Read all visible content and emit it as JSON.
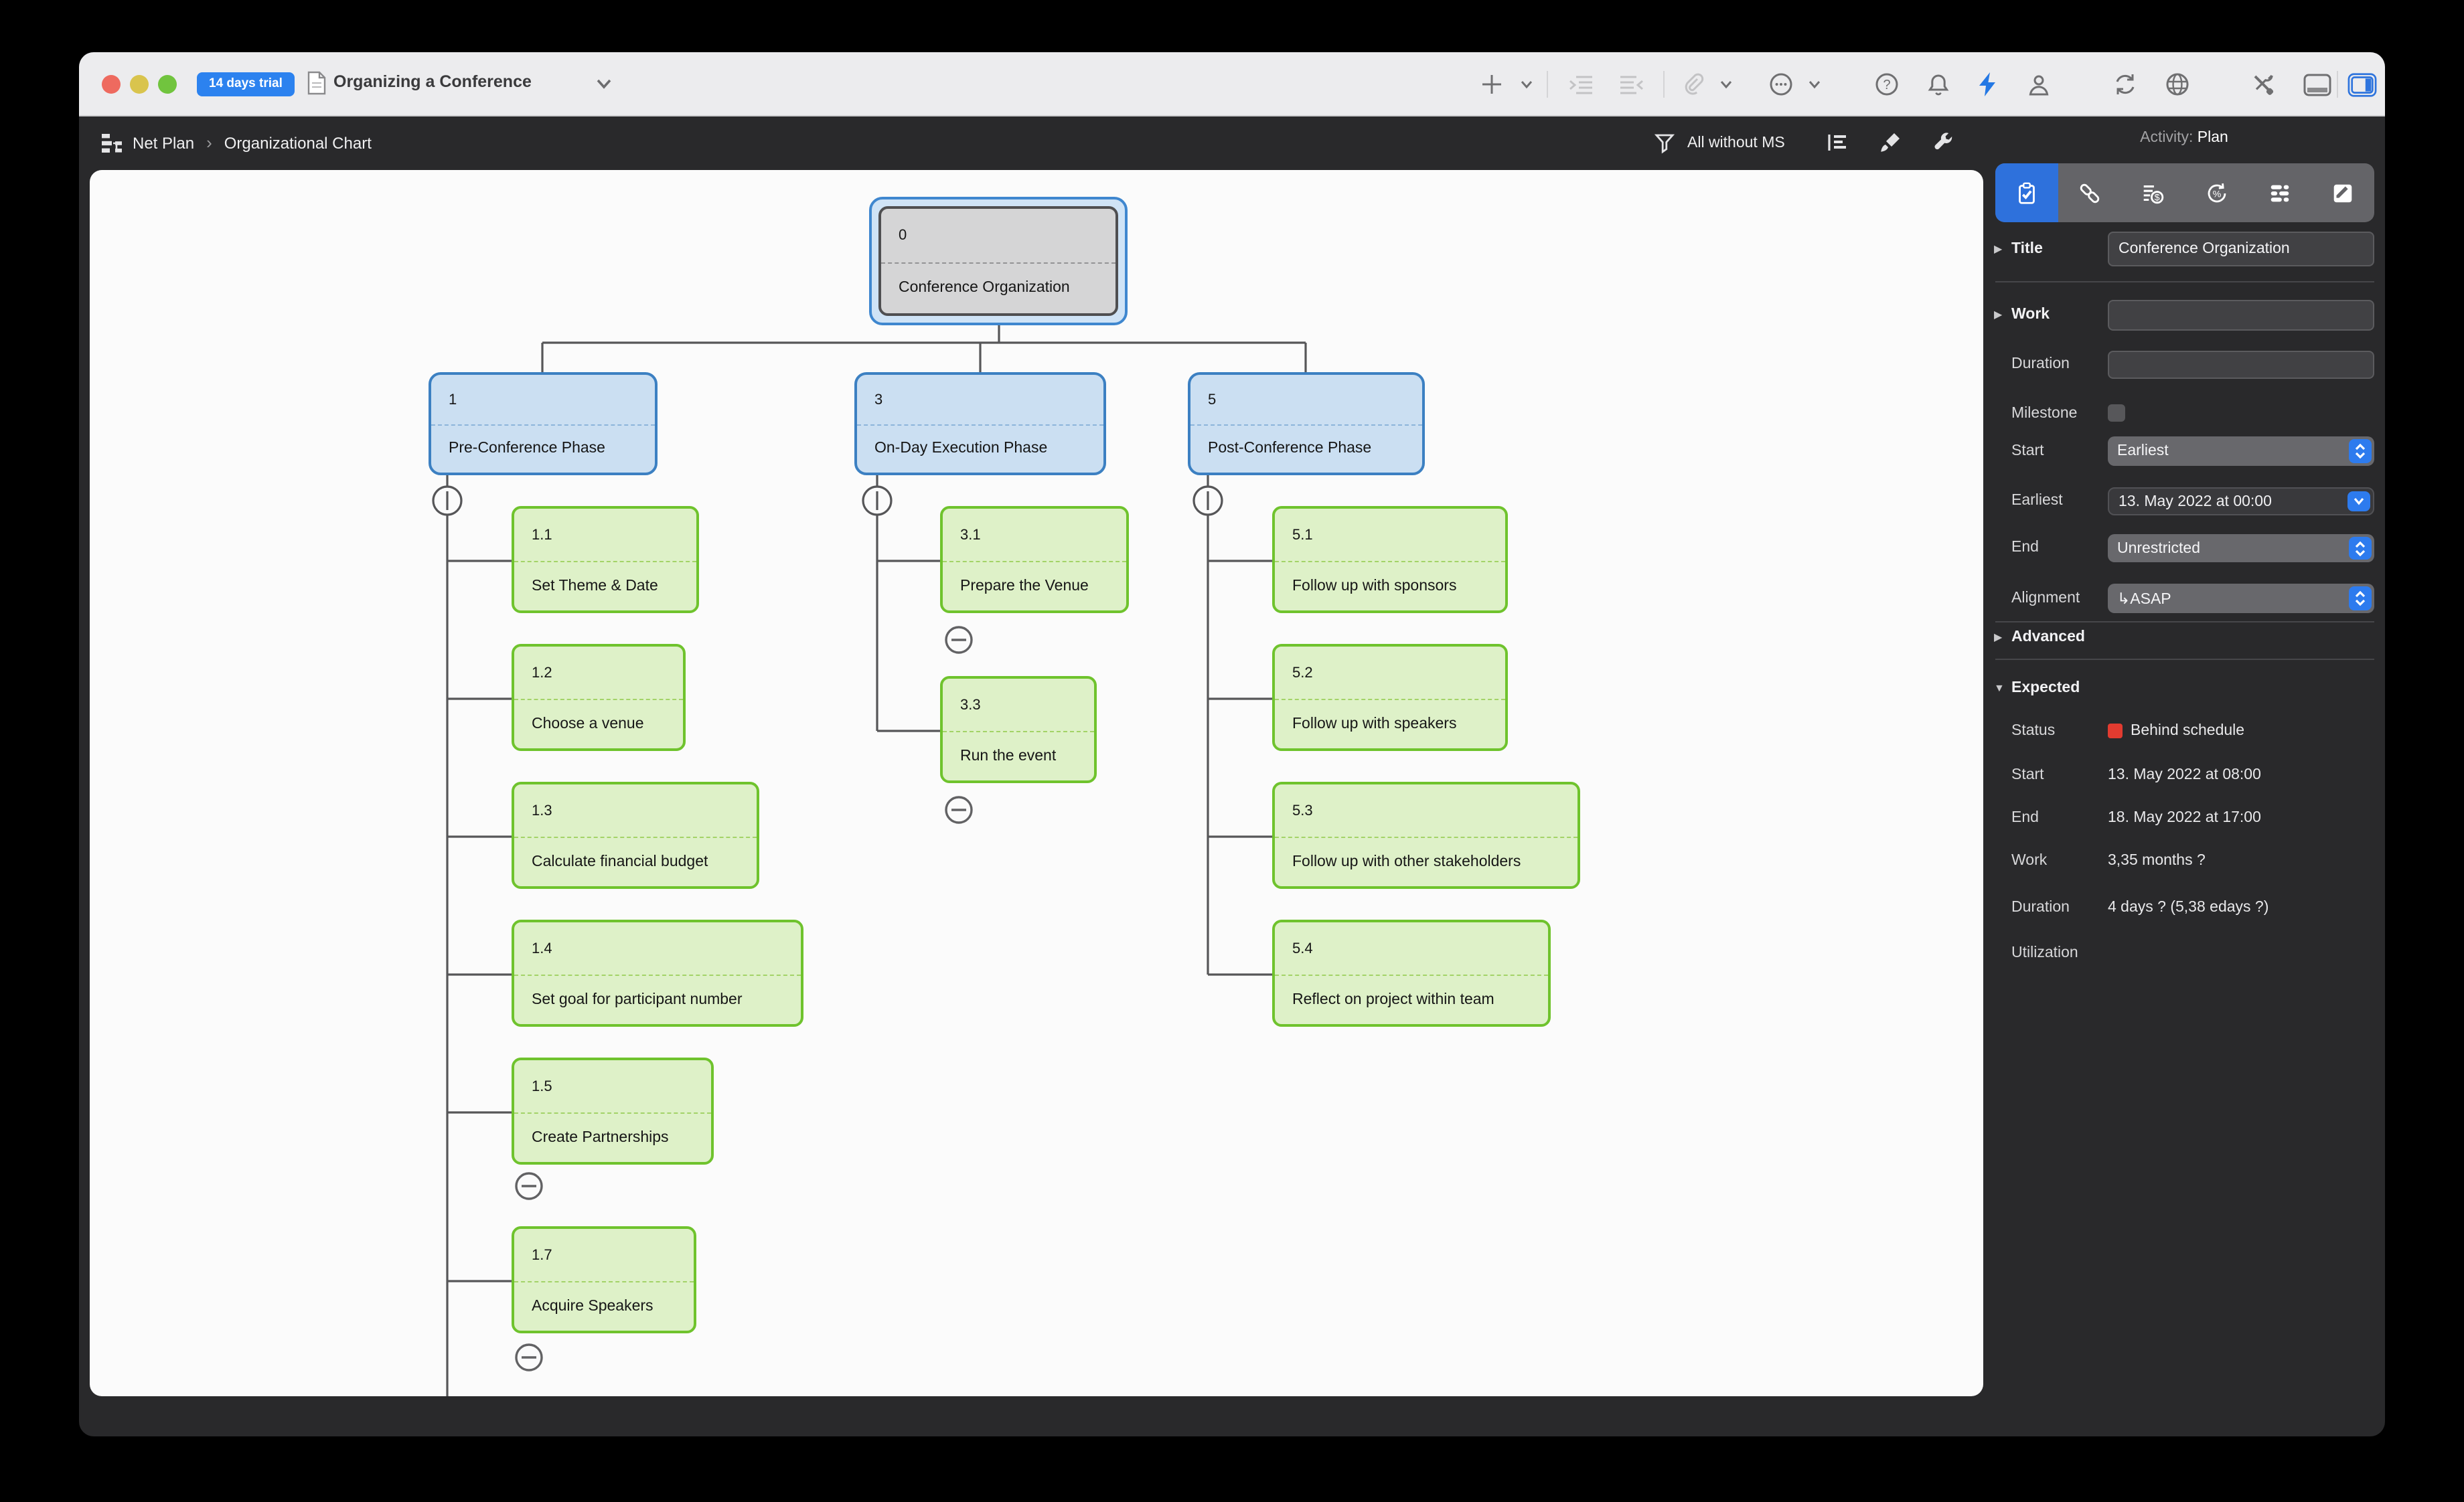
{
  "titlebar": {
    "trial_badge": "14 days trial",
    "title": "Organizing a Conference",
    "icons": [
      "add",
      "add-chevron",
      "indent",
      "outdent",
      "attach",
      "attach-chevron",
      "more",
      "more-chevron",
      "help",
      "notifications",
      "activity-lightning",
      "user",
      "sync",
      "share-network",
      "tools",
      "toggle-bottom-panel",
      "toggle-right-panel"
    ]
  },
  "navbar": {
    "breadcrumb_section": "Net Plan",
    "breadcrumb_separator": "›",
    "breadcrumb_page": "Organizational Chart",
    "filter_label": "All without MS",
    "icons": [
      "net-plan",
      "filter-funnel",
      "style-list",
      "format-brush",
      "settings-wrench"
    ],
    "activity_label": "Activity:",
    "activity_value": "Plan"
  },
  "chart": {
    "root": {
      "number": "0",
      "title": "Conference Organization",
      "selected": true
    },
    "phases": [
      {
        "number": "1",
        "title": "Pre-Conference Phase"
      },
      {
        "number": "3",
        "title": "On-Day Execution Phase"
      },
      {
        "number": "5",
        "title": "Post-Conference Phase"
      }
    ],
    "tasks": [
      {
        "number": "1.1",
        "title": "Set Theme & Date"
      },
      {
        "number": "1.2",
        "title": "Choose a venue"
      },
      {
        "number": "1.3",
        "title": "Calculate financial budget"
      },
      {
        "number": "1.4",
        "title": "Set goal for participant number"
      },
      {
        "number": "1.5",
        "title": "Create Partnerships"
      },
      {
        "number": "1.7",
        "title": "Acquire Speakers"
      },
      {
        "number": "3.1",
        "title": "Prepare the Venue"
      },
      {
        "number": "3.3",
        "title": "Run the event"
      },
      {
        "number": "5.1",
        "title": "Follow up with sponsors"
      },
      {
        "number": "5.2",
        "title": "Follow up with speakers"
      },
      {
        "number": "5.3",
        "title": "Follow up with other stakeholders"
      },
      {
        "number": "5.4",
        "title": "Reflect on project within team"
      }
    ]
  },
  "inspector": {
    "tabs": [
      "schedule",
      "dependencies",
      "cost",
      "utilization",
      "resources",
      "note"
    ],
    "fields": {
      "title_label": "Title",
      "title_value": "Conference Organization",
      "work_label": "Work",
      "work_value": "",
      "duration_label": "Duration",
      "duration_value": "",
      "milestone_label": "Milestone",
      "start_label": "Start",
      "start_value": "Earliest",
      "earliest_label": "Earliest",
      "earliest_value": "13. May 2022 at 00:00",
      "end_label": "End",
      "end_value": "Unrestricted",
      "alignment_label": "Alignment",
      "alignment_value": "↳ASAP"
    },
    "advanced_label": "Advanced",
    "expected": {
      "header": "Expected",
      "status_label": "Status",
      "status_value": "Behind schedule",
      "start_label": "Start",
      "start_value": "13. May 2022 at 08:00",
      "end_label": "End",
      "end_value": "18. May 2022 at 17:00",
      "work_label": "Work",
      "work_value": "3,35 months ?",
      "duration_label": "Duration",
      "duration_value": "4 days ? (5,38 edays ?)",
      "utilization_label": "Utilization",
      "utilization_value": ""
    }
  },
  "colors": {
    "accent_blue": "#2e74dd",
    "trial_badge_blue": "#2c82ef",
    "node_blue_fill": "#cbdff2",
    "node_blue_border": "#3c80c2",
    "node_green_fill": "#def1c8",
    "node_green_border": "#6fc32d",
    "node_root_fill": "#d5d5d6",
    "status_red": "#e23b30"
  }
}
